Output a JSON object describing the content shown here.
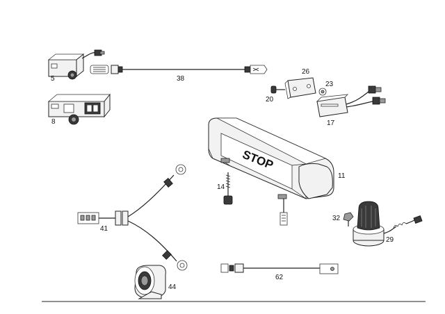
{
  "diagram": {
    "stop_text": "STOP",
    "callouts": {
      "c5": "5",
      "c8": "8",
      "c38": "38",
      "c26": "26",
      "c23": "23",
      "c20": "20",
      "c17": "17",
      "c14": "14",
      "c11": "11",
      "c41": "41",
      "c32": "32",
      "c29": "29",
      "c62": "62",
      "c44": "44"
    }
  }
}
